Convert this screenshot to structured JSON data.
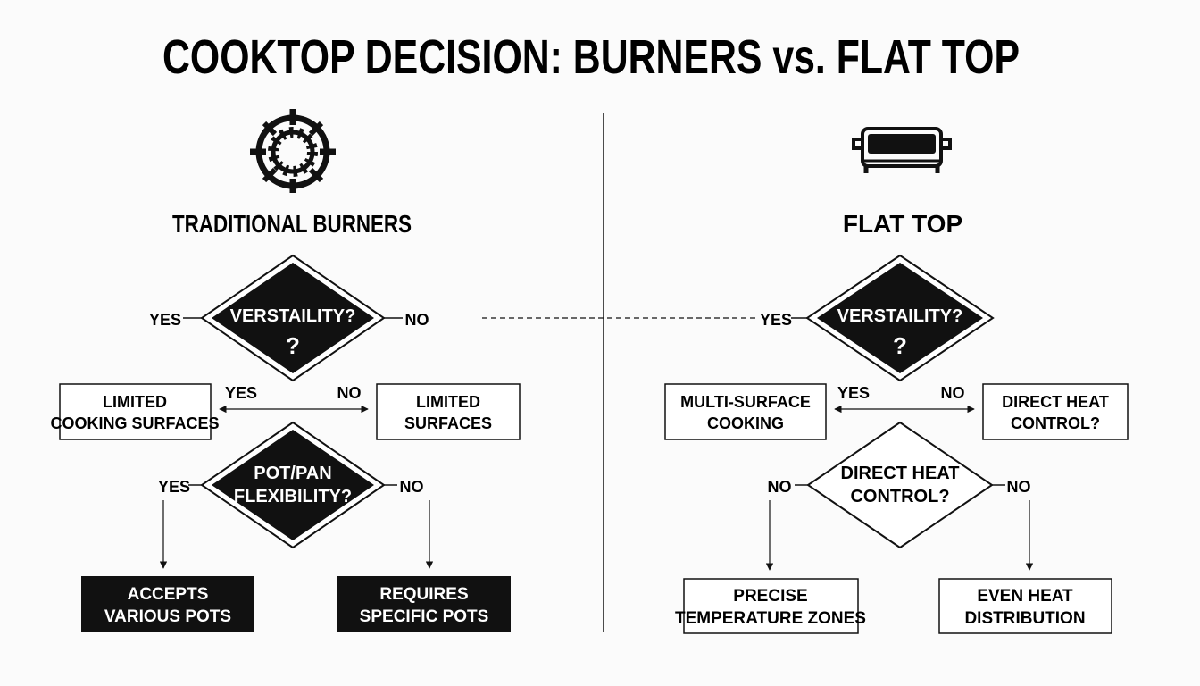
{
  "title": "COOKTOP DECISION: BURNERS vs. FLAT TOP",
  "colors": {
    "ink": "#111111",
    "background": "#fbfbfb",
    "filled_box_text": "#ffffff"
  },
  "left": {
    "icon": "gas-burner-icon",
    "heading": "TRADITIONAL BURNERS",
    "decision1": {
      "line1": "VERSTAILITY?",
      "line2": "?",
      "yes": "YES",
      "no": "NO"
    },
    "box_left": {
      "line1": "LIMITED",
      "line2": "COOKING SURFACES"
    },
    "box_right": {
      "line1": "LIMITED",
      "line2": "SURFACES"
    },
    "arrow_yes": "YES",
    "arrow_no": "NO",
    "decision2": {
      "line1": "POT/PAN",
      "line2": "FLEXIBILITY?",
      "yes": "YES",
      "no": "NO"
    },
    "result_left": {
      "line1": "ACCEPTS",
      "line2": "VARIOUS POTS"
    },
    "result_right": {
      "line1": "REQUIRES",
      "line2": "SPECIFIC POTS"
    }
  },
  "right": {
    "icon": "griddle-icon",
    "heading": "FLAT TOP",
    "decision1": {
      "line1": "VERSTAILITY?",
      "line2": "?",
      "yes": "YES"
    },
    "box_left": {
      "line1": "MULTI-SURFACE",
      "line2": "COOKING"
    },
    "box_right": {
      "line1": "DIRECT HEAT",
      "line2": "CONTROL?"
    },
    "arrow_yes": "YES",
    "arrow_no": "NO",
    "decision2": {
      "line1": "DIRECT HEAT",
      "line2": "CONTROL?",
      "no_left": "NO",
      "no_right": "NO"
    },
    "result_left": {
      "line1": "PRECISE",
      "line2": "TEMPERATURE ZONES"
    },
    "result_right": {
      "line1": "EVEN HEAT",
      "line2": "DISTRIBUTION"
    }
  }
}
